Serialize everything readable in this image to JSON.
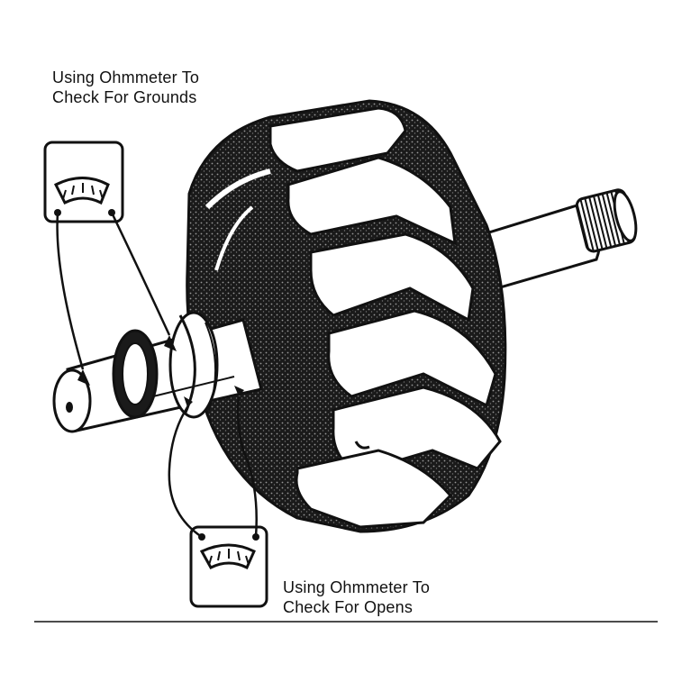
{
  "captions": {
    "grounds": {
      "line1": "Using Ohmmeter To",
      "line2": "Check For Grounds"
    },
    "opens": {
      "line1": "Using Ohmmeter To",
      "line2": "Check For Opens"
    }
  },
  "colors": {
    "ink": "#111111",
    "paper": "#ffffff",
    "shade": "#2a2a2a"
  },
  "icons": [
    "ohmmeter-icon",
    "alternator-rotor"
  ]
}
